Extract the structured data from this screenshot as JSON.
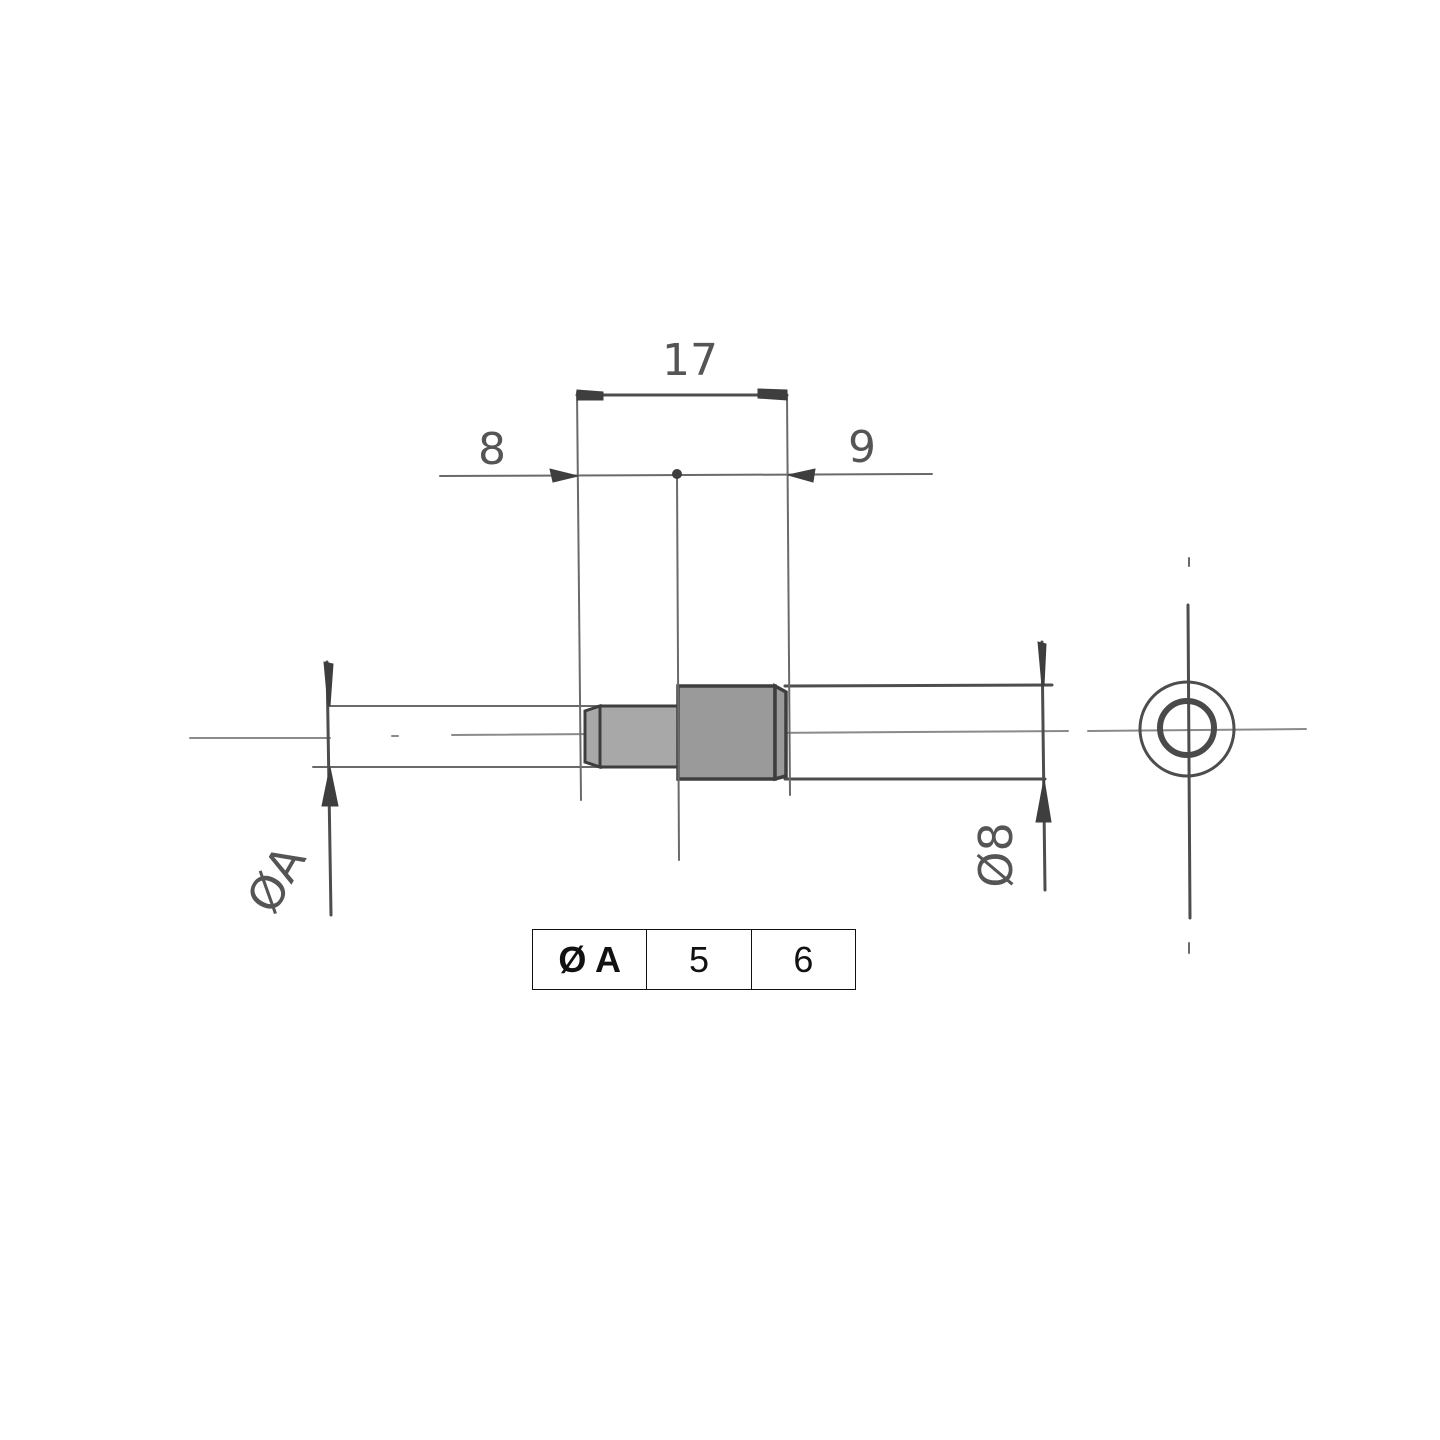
{
  "drawing": {
    "type": "hand-sketched technical drawing of a stepped shaft (side view + end view)",
    "dimensions": {
      "overall_length": "17",
      "left_step_length": "8",
      "right_step_length": "9",
      "left_diameter": "ØA",
      "right_diameter": "Ø8"
    },
    "labels": {
      "dim_17": "17",
      "dim_8": "8",
      "dim_9": "9",
      "dia_left_symbol": "Ø",
      "dia_left_value": "A",
      "dia_right_symbol": "Ø",
      "dia_right_value": "8"
    },
    "colors": {
      "pencil": "#4a4a4a",
      "shading": "#9a9a9a",
      "background": "#ffffff"
    }
  },
  "table": {
    "headers": [
      "Ø A"
    ],
    "values": [
      "5",
      "6"
    ],
    "cells": [
      "Ø A",
      "5",
      "6"
    ]
  }
}
